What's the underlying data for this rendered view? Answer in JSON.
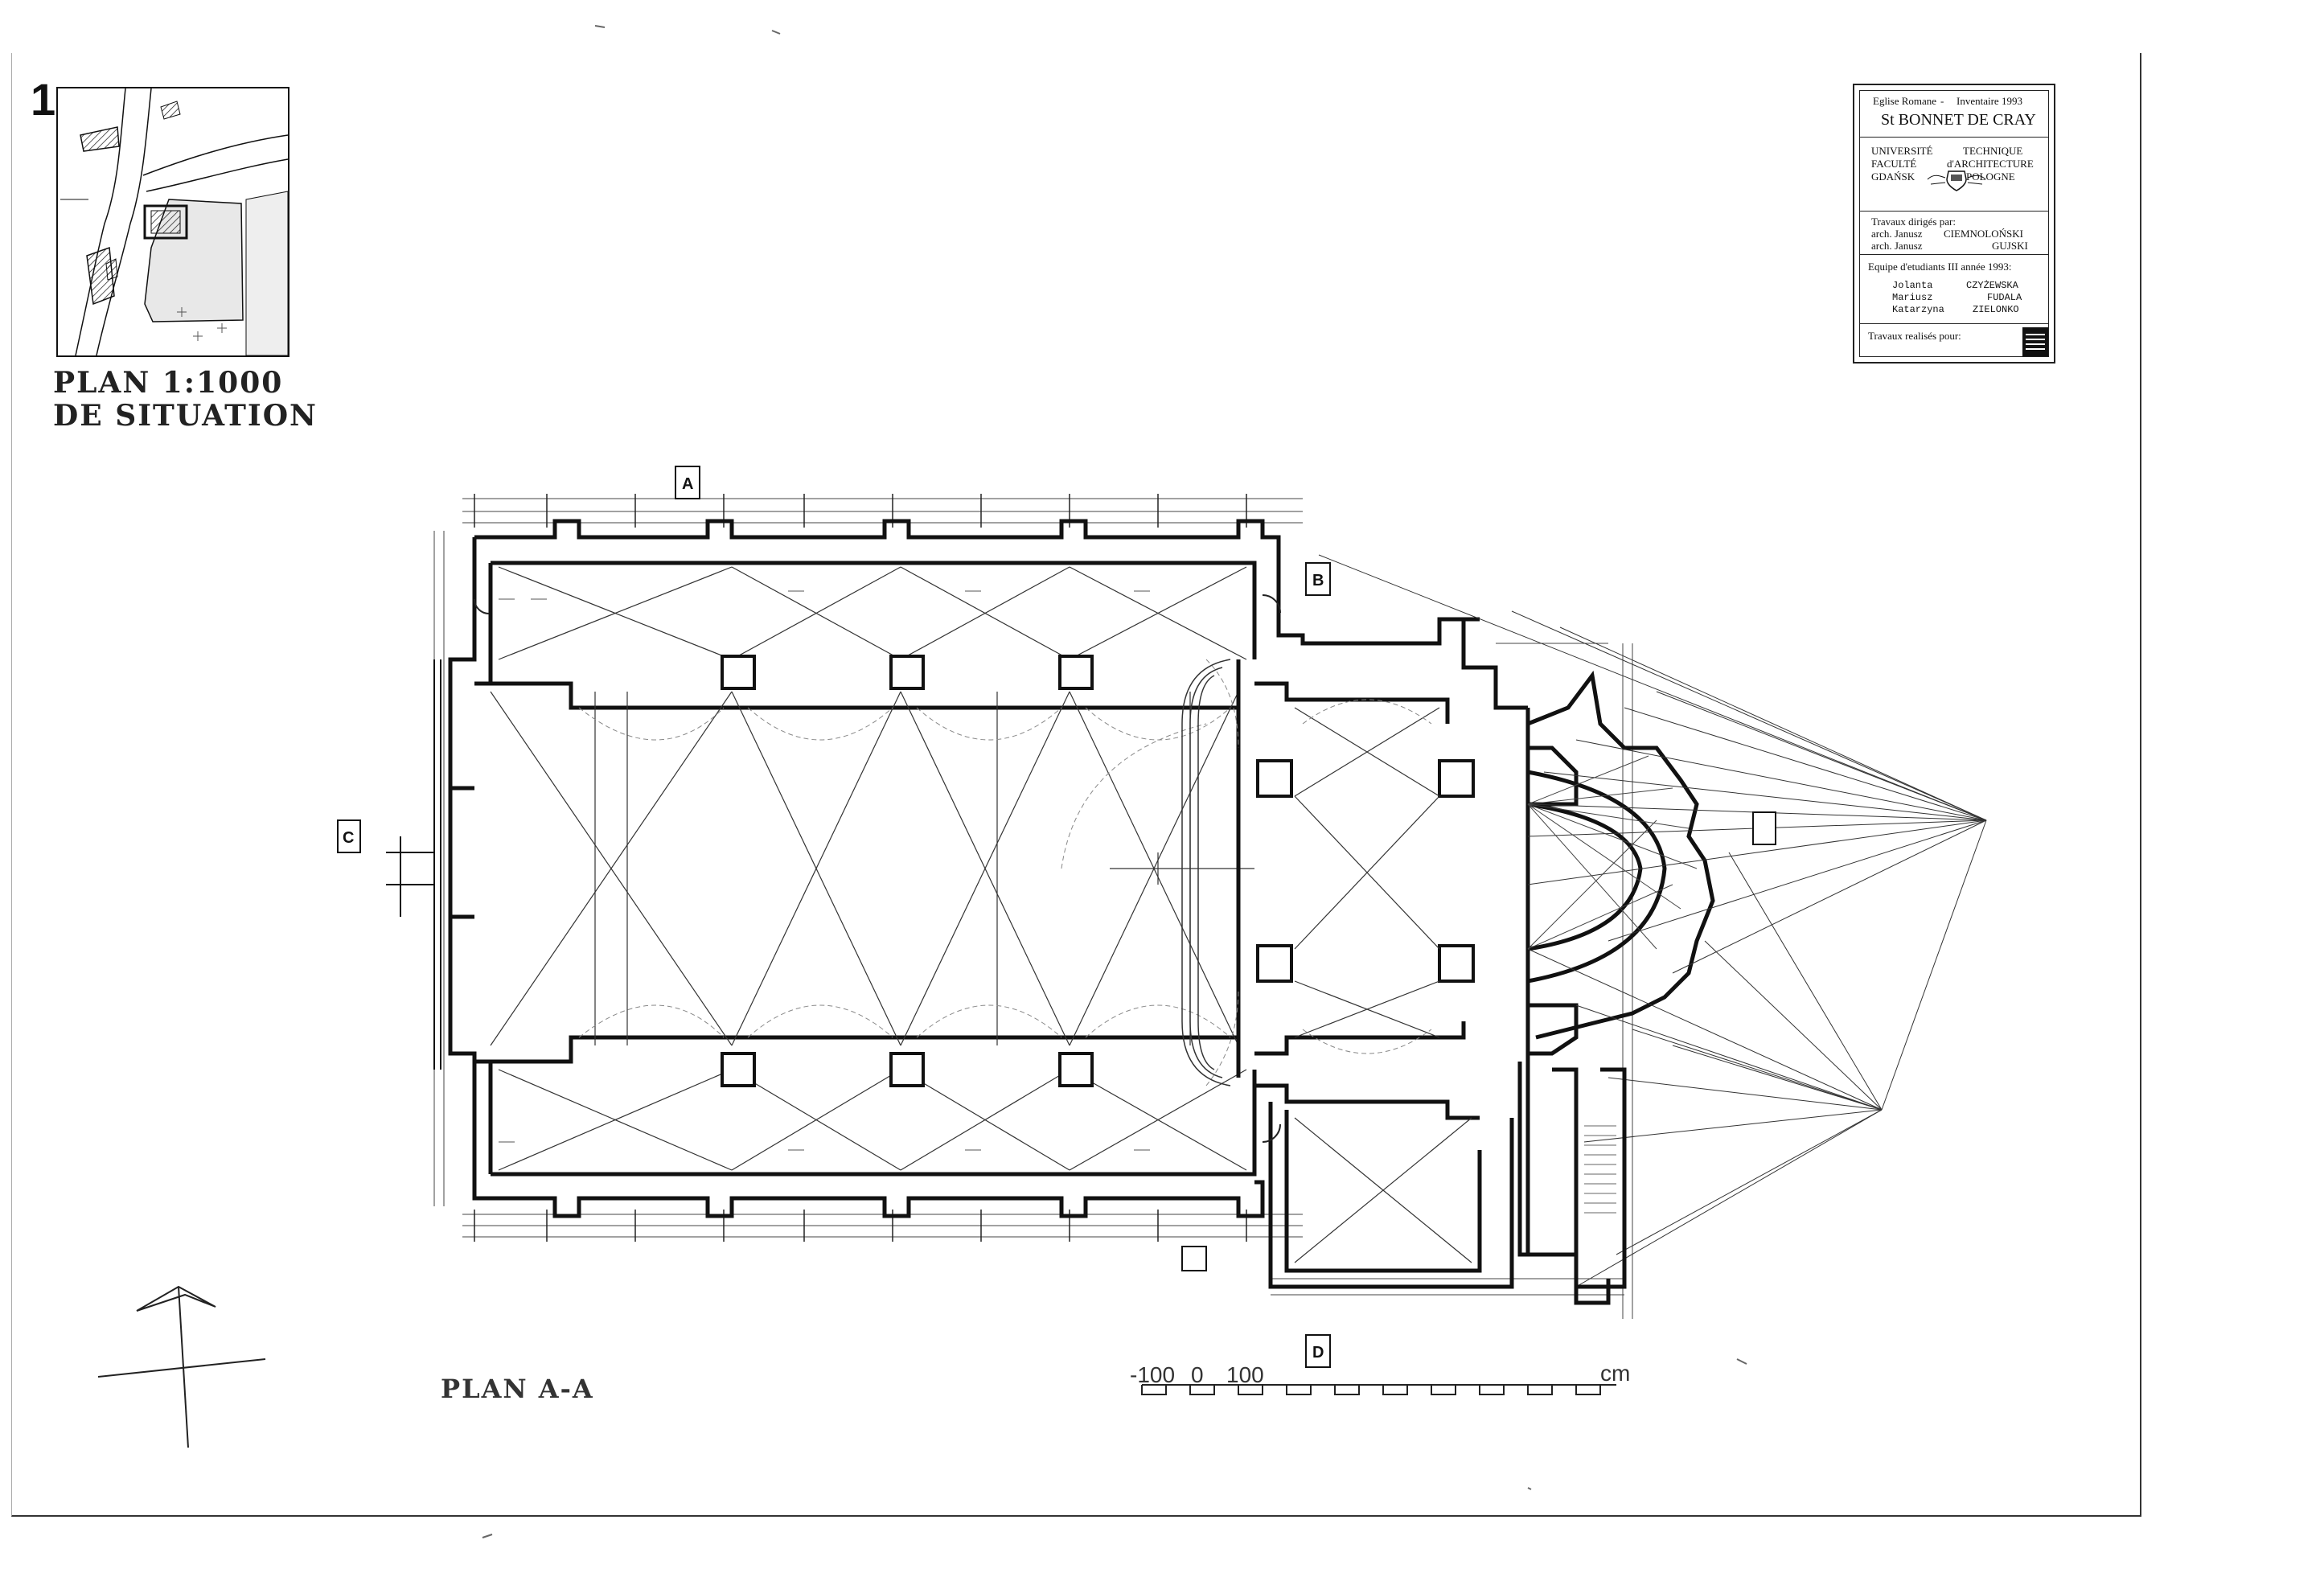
{
  "sheet": {
    "number": "1"
  },
  "situation": {
    "title_line1": "PLAN 1:1000",
    "title_line2": "DE SITUATION"
  },
  "title_block": {
    "header_left": "Eglise Romane",
    "header_sep": "-",
    "header_right": "Inventaire 1993",
    "church": "St BONNET DE CRAY",
    "univ_left": [
      "UNIVERSITÉ",
      "FACULTÉ",
      "GDAŃSK"
    ],
    "univ_right": [
      "TECHNIQUE",
      "d'ARCHITECTURE",
      "POLOGNE"
    ],
    "directed_label": "Travaux dirigés par:",
    "directors": [
      {
        "title": "arch. Janusz",
        "name": "CIEMNOLOŃSKI"
      },
      {
        "title": "arch. Janusz",
        "name": "GUJSKI"
      }
    ],
    "team_label": "Equipe d'etudiants  III année 1993:",
    "students": [
      {
        "first": "Jolanta",
        "last": "CZYŻEWSKA"
      },
      {
        "first": "Mariusz",
        "last": "FUDALA"
      },
      {
        "first": "Katarzyna",
        "last": "ZIELONKO"
      }
    ],
    "realised_label": "Travaux realisés pour:"
  },
  "plan": {
    "title": "PLAN A-A",
    "section_markers": [
      "A",
      "B",
      "C",
      "D"
    ]
  },
  "scale_bar": {
    "labels": [
      "-100",
      "0",
      "100"
    ],
    "unit": "cm"
  },
  "colors": {
    "ink": "#111111",
    "light_ink": "#555555",
    "paper": "#ffffff"
  }
}
